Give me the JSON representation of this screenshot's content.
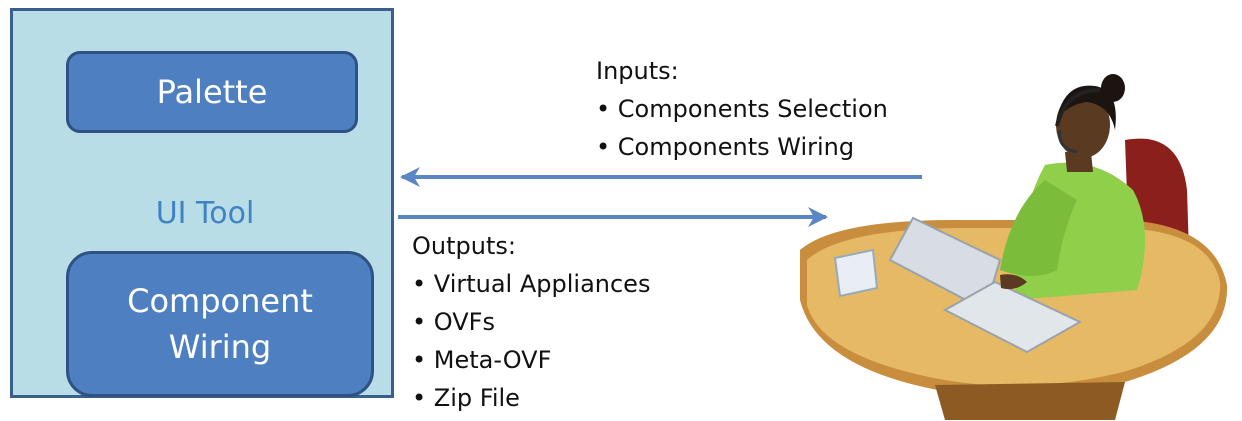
{
  "tool": {
    "label": "UI Tool",
    "palette": "Palette",
    "wiring": "Component\nWiring"
  },
  "inputs": {
    "title": "Inputs:",
    "items": [
      "Components Selection",
      "Components Wiring"
    ]
  },
  "outputs": {
    "title": "Outputs:",
    "items": [
      "Virtual Appliances",
      "OVFs",
      "Meta-OVF",
      "Zip File"
    ]
  },
  "colors": {
    "tool_bg": "#b9dde7",
    "box_fill": "#4e7fc0",
    "arrow": "#5b86c4"
  }
}
